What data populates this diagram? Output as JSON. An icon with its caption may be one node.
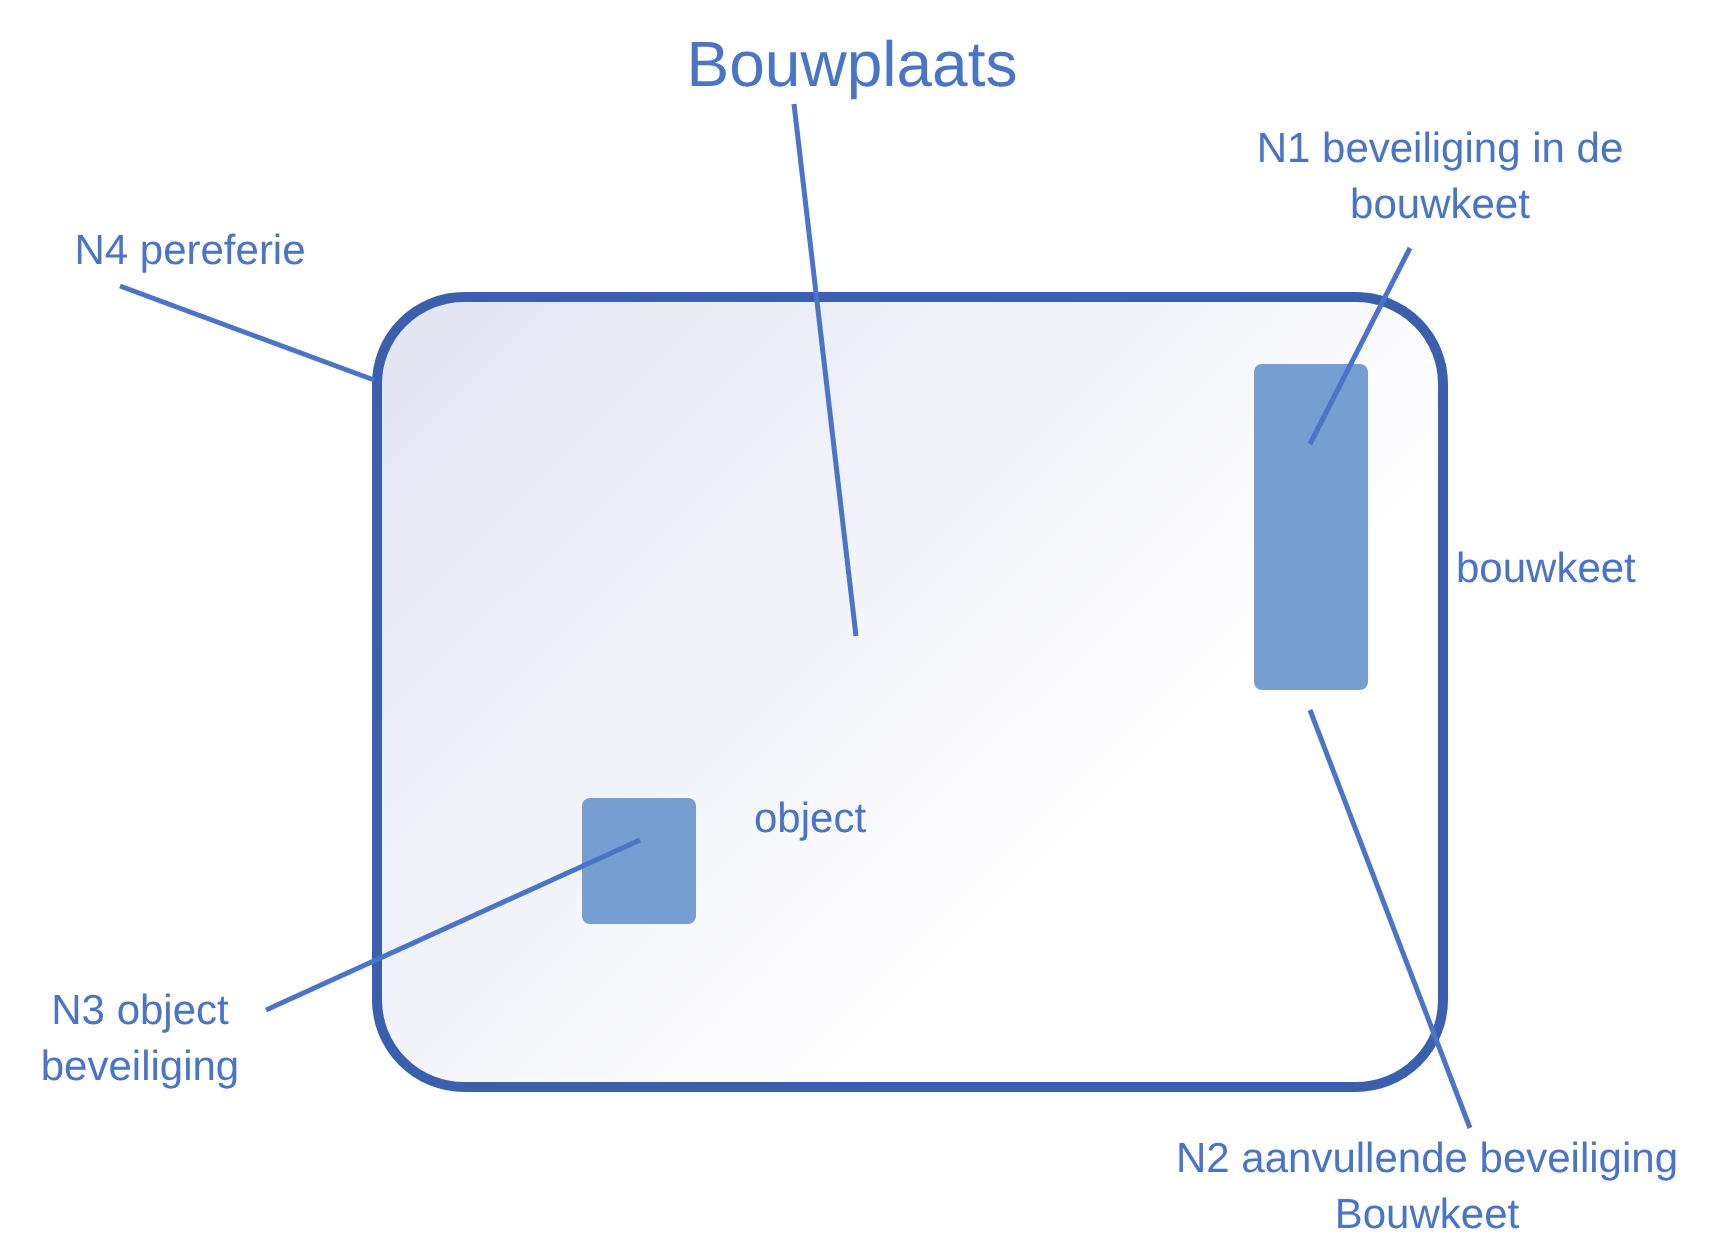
{
  "diagram": {
    "nodes": [
      {
        "text": [
          "Bouwplaats"
        ]
      },
      {
        "text": [
          "N4 pereferie"
        ]
      },
      {
        "text": [
          "N1 beveiliging in de bouwkeet"
        ]
      },
      {
        "text": [],
        "shape": "box"
      },
      {
        "text": [],
        "shape": "bar",
        "in": 3,
        "beside": [
          "bouwkeet"
        ]
      },
      {
        "text": [],
        "shape": "box",
        "in": 3,
        "beside": [
          "object"
        ]
      },
      {
        "text": [
          "N3 object beveiliging"
        ]
      },
      {
        "text": [
          "N2 aanvullende beveiliging Bouwkeet"
        ]
      }
    ],
    "edges": [
      {
        "from": 0,
        "to": 3,
        "arrow": "none"
      },
      {
        "from": 1,
        "to": 3,
        "arrow": "none"
      },
      {
        "from": 2,
        "to": 4,
        "arrow": "none"
      },
      {
        "from": 6,
        "to": 5,
        "arrow": "none"
      },
      {
        "from": 7,
        "to": 4,
        "arrow": "none"
      }
    ]
  }
}
